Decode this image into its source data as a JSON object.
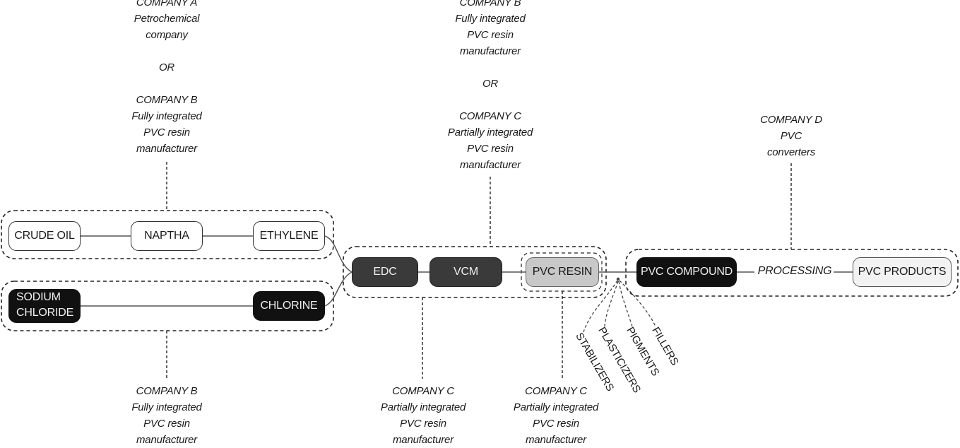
{
  "labels": {
    "company_a_top": [
      "COMPANY A",
      "Petrochemical",
      "company",
      "",
      "OR",
      "",
      "COMPANY B",
      "Fully integrated",
      "PVC resin",
      "manufacturer"
    ],
    "company_b_center": [
      "COMPANY B",
      "Fully integrated",
      "PVC resin",
      "manufacturer",
      "",
      "OR",
      "",
      "COMPANY C",
      "Partially integrated",
      "PVC resin",
      "manufacturer"
    ],
    "company_d": [
      "COMPANY D",
      "PVC",
      "converters"
    ],
    "company_b_bottom": [
      "COMPANY B",
      "Fully integrated",
      "PVC resin",
      "manufacturer"
    ],
    "company_c_bottom_left": [
      "COMPANY C",
      "Partially integrated",
      "PVC resin",
      "manufacturer"
    ],
    "company_c_bottom_right": [
      "COMPANY C",
      "Partially integrated",
      "PVC resin",
      "manufacturer"
    ]
  },
  "nodes": {
    "crude_oil": "CRUDE OIL",
    "naptha": "NAPTHA",
    "ethylene": "ETHYLENE",
    "sodium_chloride": [
      "SODIUM",
      "CHLORIDE"
    ],
    "chlorine": "CHLORINE",
    "edc": "EDC",
    "vcm": "VCM",
    "pvc_resin": "PVC RESIN",
    "pvc_compound": "PVC COMPOUND",
    "pvc_products": "PVC PRODUCTS"
  },
  "process_label": "PROCESSING",
  "additives": [
    "STABILIZERS",
    "PLASTICIZERS",
    "PIGMENTS",
    "FILLERS"
  ]
}
